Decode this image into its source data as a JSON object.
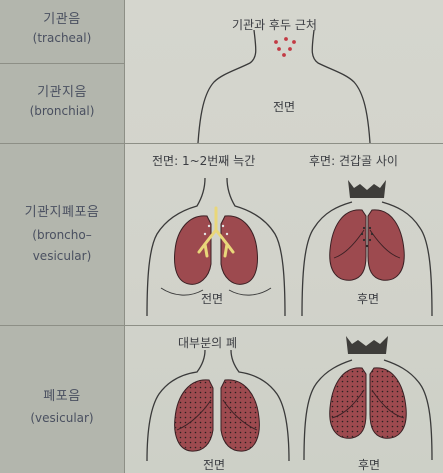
{
  "rows": [
    {
      "name": "기관음",
      "sub": "(tracheal)"
    },
    {
      "name": "기관지음",
      "sub": "(bronchial)"
    },
    {
      "name": "기관지폐포음",
      "sub1": "(broncho–",
      "sub2": "vesicular)"
    },
    {
      "name": "폐포음",
      "sub": "(vesicular)"
    }
  ],
  "captions": {
    "tracheal_site": "기관과 후두 근처",
    "front": "전면",
    "bv_front_site": "전면: 1~2번째 늑간",
    "bv_back_site": "후면: 견갑골 사이",
    "back": "후면",
    "vesicular_site": "대부분의 폐"
  },
  "colors": {
    "left_column": "#b3b6ad",
    "lung": "#9d4a4f",
    "dots": "#c23a44"
  }
}
